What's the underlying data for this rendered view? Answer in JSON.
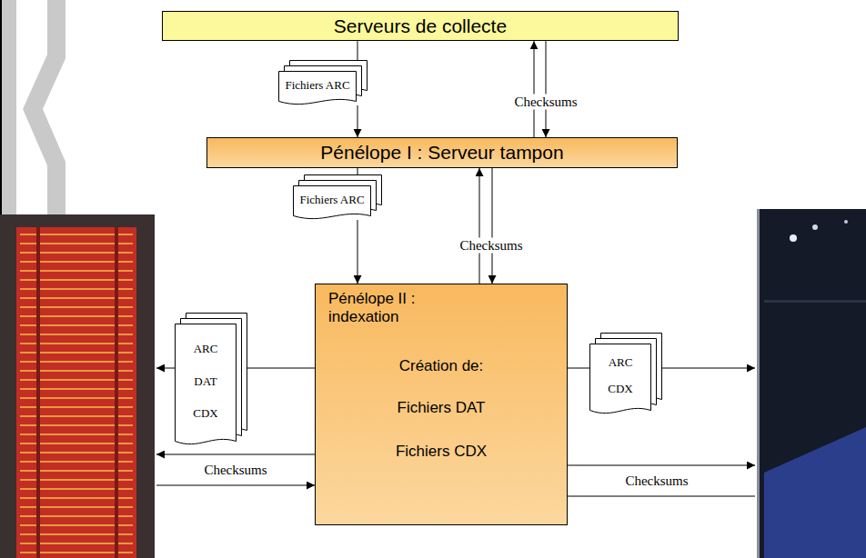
{
  "diagram": {
    "nodes": [
      {
        "text": [
          "Serveurs de collecte"
        ]
      },
      {
        "text": [
          "Fichiers ARC"
        ]
      },
      {
        "text": [
          "Pénélope I : Serveur tampon"
        ]
      },
      {
        "text": [
          "Fichiers ARC"
        ]
      },
      {
        "text": [
          "Pénélope II : indexation",
          "Création de:",
          "Fichiers DAT",
          "Fichiers CDX"
        ]
      },
      {
        "text": [
          "ARC",
          "DAT",
          "CDX"
        ]
      },
      {
        "text": [
          "ARC",
          "CDX"
        ]
      }
    ],
    "edges": [
      {
        "from": 0,
        "to": 1,
        "arrow": "none"
      },
      {
        "from": 1,
        "to": 2,
        "arrow": "to"
      },
      {
        "from": 2,
        "to": 0,
        "arrow": "to",
        "label": "Checksums"
      },
      {
        "from": 0,
        "to": 2,
        "arrow": "to"
      },
      {
        "from": 2,
        "to": 3,
        "arrow": "none"
      },
      {
        "from": 3,
        "to": 4,
        "arrow": "to"
      },
      {
        "from": 4,
        "to": 2,
        "arrow": "to",
        "label": "Checksums"
      },
      {
        "from": 2,
        "to": 4,
        "arrow": "to"
      },
      {
        "from": 4,
        "to": 5,
        "arrow": "none"
      },
      {
        "from": 4,
        "to": 6,
        "arrow": "none"
      }
    ],
    "labels": [
      "Checksums",
      "Checksums"
    ]
  }
}
